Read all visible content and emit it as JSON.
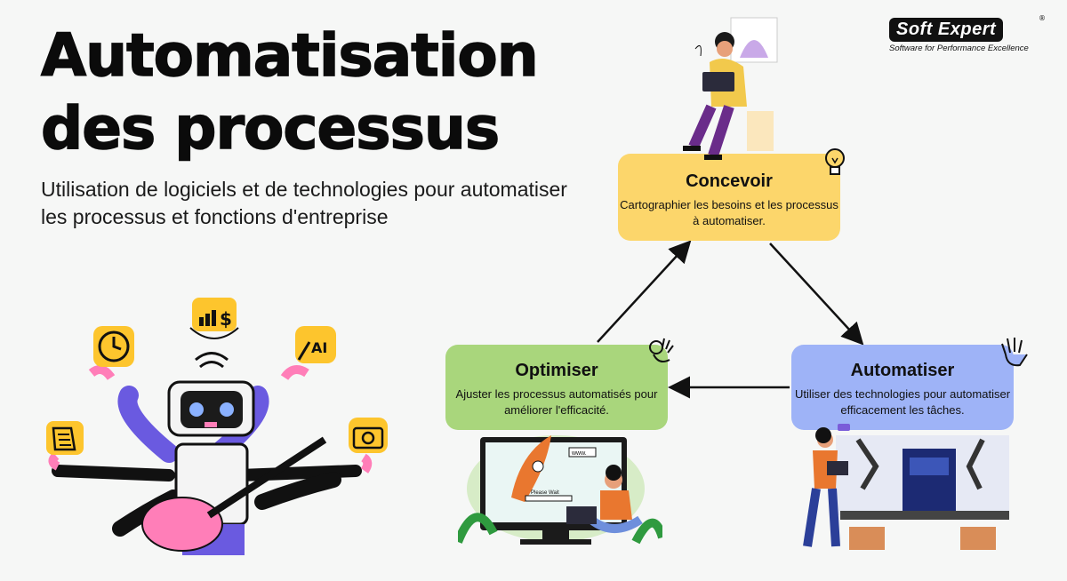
{
  "title": {
    "line1": "Automatisation",
    "line2": "des processus"
  },
  "subtitle": "Utilisation de logiciels et de technologies pour automatiser les processus et fonctions d'entreprise",
  "logo": {
    "name": "Soft Expert",
    "registered": "®",
    "tagline": "Software for Performance Excellence"
  },
  "cycle": {
    "concevoir": {
      "title": "Concevoir",
      "text": "Cartographier les besoins et les processus à automatiser.",
      "color": "#fcd66b"
    },
    "optimiser": {
      "title": "Optimiser",
      "text": "Ajuster les processus automatisés pour améliorer l'efficacité.",
      "color": "#a9d67c"
    },
    "automatiser": {
      "title": "Automatiser",
      "text": "Utiliser des technologies pour automatiser efficacement les tâches.",
      "color": "#9eb3f7"
    }
  },
  "illustrations": {
    "ai_badge": "AI",
    "dollar_badge": "$",
    "screen_url": "www.",
    "loading_text": "Please Wait"
  },
  "icons": [
    "bulb-icon",
    "ok-hand-icon",
    "raised-hand-icon",
    "clock-icon",
    "chart-dollar-icon",
    "ai-brush-icon",
    "camera-icon",
    "document-icon"
  ]
}
